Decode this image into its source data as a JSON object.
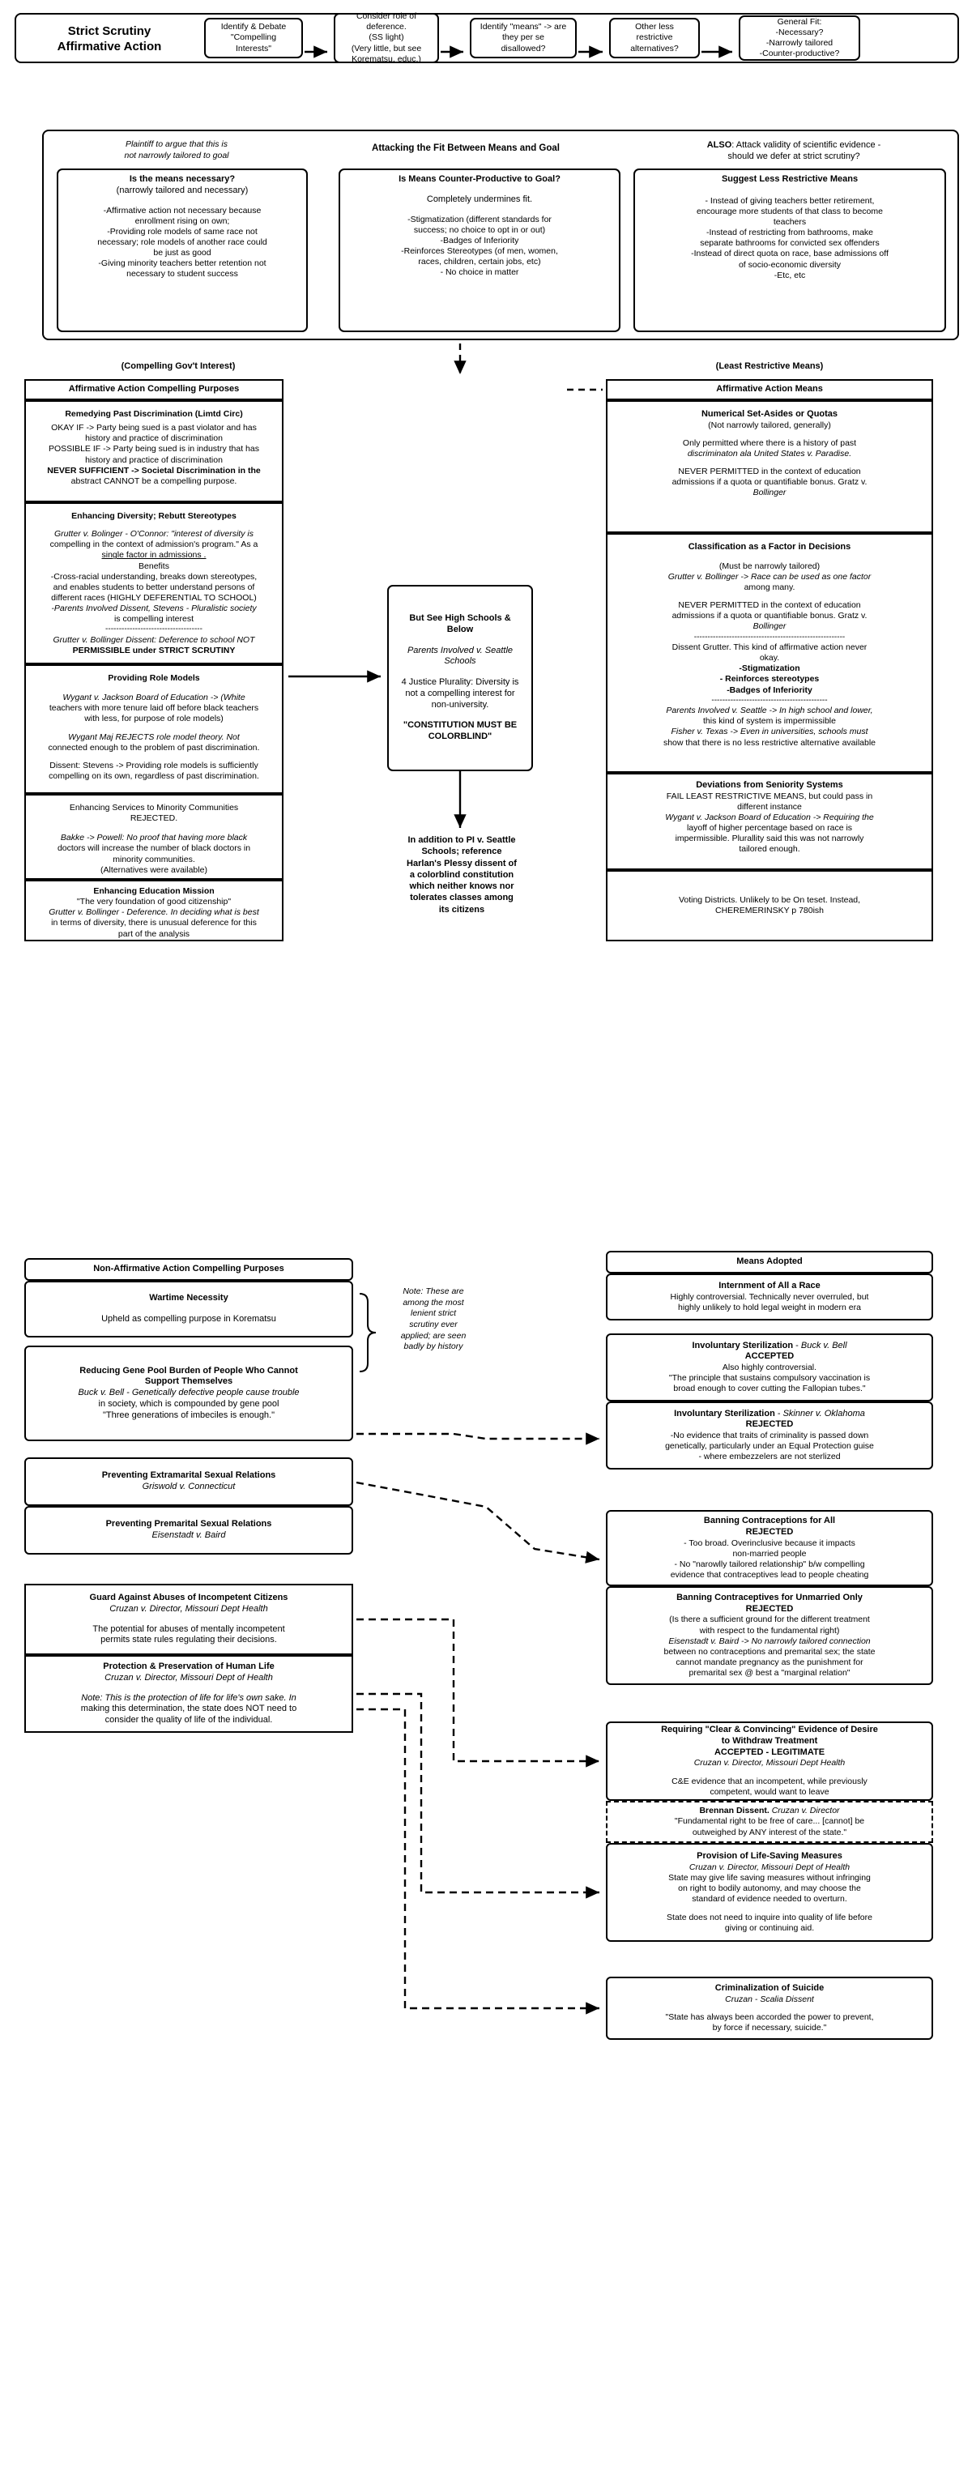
{
  "title_box": {
    "line1": "Strict Scrutiny",
    "line2": "Affirmative Action"
  },
  "top_steps": [
    {
      "text": "Identify & Debate\n\"Compelling\nInterests\""
    },
    {
      "text": "Consider role of\ndeference.\n(SS light)\n(Very little, but see\nKorematsu, educ.)"
    },
    {
      "text": "Identify \"means\" -> are\nthey per se\ndisallowed?"
    },
    {
      "text": "Other less\nrestrictive\nalternatives?"
    },
    {
      "text": "General Fit:\n-Necessary?\n-Narrowly tailored\n-Counter-productive?"
    }
  ],
  "attack_band": {
    "left_note": "Plaintiff to argue that this is\nnot narrowly tailored to goal",
    "center_heading": "Attacking the Fit Between Means and Goal",
    "right_note_bold": "ALSO",
    "right_note": ": Attack validity of scientific evidence -\nshould we defer at strict scrutiny?",
    "boxes": [
      {
        "heading": "Is the means necessary?",
        "sub": "(narrowly tailored and necessary)",
        "body": "-Affirmative action not necessary because\nenrollment rising on own;\n-Providing role models of same race not\nnecessary; role models of another race could\nbe just as good\n-Giving minority teachers better retention not\nnecessary to student success"
      },
      {
        "heading": "Is Means Counter-Productive to Goal?",
        "sub": "Completely undermines fit.",
        "body": "-Stigmatization (different standards for\nsuccess; no choice to opt in or out)\n-Badges of Inferiority\n-Reinforces Stereotypes (of men, women,\nraces, children, certain jobs, etc)\n- No choice in matter"
      },
      {
        "heading": "Suggest Less Restrictive Means",
        "sub": "",
        "body": "- Instead of giving teachers better retirement,\nencourage more students of that class to become\nteachers\n-Instead of restricting from bathrooms, make\nseparate bathrooms for convicted sex offenders\n-Instead of direct quota on race, base admissions off\nof socio-economic diversity\n-Etc, etc"
      }
    ]
  },
  "aa_left": {
    "column_label": "(Compelling Gov't Interest)",
    "header": "Affirmative Action Compelling Purposes",
    "cards": [
      {
        "title": "Remedying Past Discrimination (Limtd Circ)",
        "lines": [
          "OKAY IF -> Party being sued is a past violator and has",
          "history and practice of discrimination",
          "POSSIBLE IF -> Party being sued is in industry that has",
          "history and practice of discrimination",
          "NEVER SUFFICIENT -> Societal Discrimination in the",
          "abstract CANNOT be a compelling purpose."
        ]
      },
      {
        "title": "Enhancing Diversity; Rebutt Stereotypes",
        "lines": [
          "Grutter v. Bolinger - O'Connor: \"interest of diversity is",
          "compelling in the context of admission's program.\" As a",
          "single factor in admissions .",
          "Benefits",
          "-Cross-racial understanding, breaks down stereotypes,",
          "and enables students to better understand persons of",
          "different races (HIGHLY DEFERENTIAL TO SCHOOL)",
          "-Parents Involved Dissent, Stevens - Pluralistic society",
          "is compelling interest",
          "------------------------------------",
          "Grutter v. Bollinger Dissent: Deference to school NOT",
          "PERMISSIBLE under STRICT SCRUTINY"
        ]
      },
      {
        "title": "Providing Role Models",
        "lines": [
          "Wygant v. Jackson Board of Education -> (White",
          "teachers with more tenure laid off before black teachers",
          "with less, for purpose of role models)",
          "Wygant Maj REJECTS role model theory. Not",
          "connected enough to the problem of past discrimination.",
          "Dissent: Stevens -> Providing role models is sufficiently",
          "compelling on its own, regardless of past discrimination."
        ]
      },
      {
        "title": "Enhancing Services to Minority Communities\nREJECTED.",
        "lines": [
          "Bakke -> Powell: No proof that having more black",
          "doctors will increase the number of black doctors in",
          "minority communities.",
          "(Alternatives were available)"
        ]
      },
      {
        "title": "Enhancing Education Mission",
        "lines": [
          "\"The very foundation of good citizenship\"",
          "Grutter v. Bollinger - Deference. In deciding what is best",
          "in terms of diversity, there is unusual deference for this",
          "part of the analysis"
        ]
      }
    ]
  },
  "middle": {
    "box": {
      "title": "But See High Schools &\nBelow",
      "case": "Parents Involved v. Seattle\nSchools",
      "body": "4 Justice Plurality: Diversity is\nnot a compelling interest for\nnon-university.",
      "quote": "\"CONSTITUTION MUST BE\nCOLORBLIND\""
    },
    "bottom_text": "In addition to PI v. Seattle\nSchools; reference\nHarlan's Plessy dissent of\na colorblind constitution\nwhich neither knows nor\ntolerates classes among\nits citizens"
  },
  "aa_right": {
    "column_label": "(Least Restrictive Means)",
    "header": "Affirmative Action Means",
    "cards": [
      {
        "title": "Numerical Set-Asides or Quotas",
        "lines": [
          "(Not narrowly tailored, generally)",
          "Only permitted where there is a history of past",
          "discriminaton ala United States v. Paradise.",
          "NEVER PERMITTED in the context of education",
          "admissions if a quota or quantifiable bonus. Gratz v.",
          "Bollinger"
        ]
      },
      {
        "title": "Classification as a Factor in Decisions",
        "lines": [
          "(Must be narrowly tailored)",
          "Grutter v. Bollinger -> Race can be used as one factor",
          "among many.",
          "NEVER PERMITTED in the context of education",
          "admissions if a quota or quantifiable bonus. Gratz v.",
          "Bollinger",
          "--------------------------------------------------------",
          "Dissent Grutter. This kind of affirmative action never",
          "okay.",
          "-Stigmatization",
          "- Reinforces stereotypes",
          "-Badges of Inferiority",
          "-------------------------------------------",
          "Parents Involved v. Seattle -> In high school and lower,",
          "this kind of system is impermissible",
          "Fisher v. Texas -> Even in universities, schools must",
          "show that there is no less restrictive alternative available"
        ]
      },
      {
        "title": "Deviations from Seniority Systems",
        "lines": [
          "FAIL LEAST RESTRICTIVE MEANS, but could pass in",
          "different instance",
          "Wygant v. Jackson Board of Education -> Requiring the",
          "layoff of higher percentage based on race is",
          "impermissible. Plurallity said this was not narrowly",
          "tailored enough."
        ]
      },
      {
        "title": "",
        "lines": [
          "Voting Districts. Unlikely to be On teset. Instead,",
          "CHEREMERINSKY p 780ish"
        ]
      }
    ]
  },
  "nonaa_left": {
    "header": "Non-Affirmative Action Compelling Purposes",
    "cards": [
      {
        "title": "Wartime Necessity",
        "lines": [
          "Upheld as compelling purpose in Korematsu"
        ]
      },
      {
        "title": "Reducing Gene Pool Burden of People Who Cannot\nSupport Themselves",
        "lines": [
          "Buck v. Bell - Genetically defective people cause trouble",
          "in society, which is compounded by gene pool",
          "\"Three generations of imbeciles is enough.\""
        ]
      },
      {
        "title": "Preventing Extramarital Sexual Relations",
        "lines": [
          "Griswold v. Connecticut"
        ]
      },
      {
        "title": "Preventing Premarital Sexual Relations",
        "lines": [
          "Eisenstadt v. Baird"
        ]
      },
      {
        "title": "Guard Against Abuses of Incompetent Citizens",
        "lines": [
          "Cruzan v. Director, Missouri Dept Health",
          "The potential for abuses of mentally incompetent",
          "permits state rules regulating their decisions."
        ]
      },
      {
        "title": "Protection & Preservation of Human Life",
        "lines": [
          "Cruzan v. Director, Missouri Dept of Health",
          "Note: This is the protection of life for life's own sake. In",
          "making this determination, the state does NOT need to",
          "consider the quality of life of the individual."
        ]
      }
    ],
    "brace_note": "Note: These are\namong the most\nlenient strict\nscrutiny ever\napplied; are seen\nbadly by history"
  },
  "nonaa_right": {
    "header": "Means Adopted",
    "cards": [
      {
        "title": "Internment of All a Race",
        "lines": [
          "Highly controversial. Technically never overruled, but",
          "highly unlikely to hold legal weight in modern era"
        ]
      },
      {
        "title": "Involuntary Sterilization - Buck v. Bell\nACCEPTED",
        "lines": [
          "Also highly controversial.",
          "\"The principle that sustains compulsory vaccination is",
          "broad enough to cover cutting the Fallopian tubes.\""
        ]
      },
      {
        "title": "Involuntary Sterilization - Skinner v. Oklahoma\nREJECTED",
        "lines": [
          "-No evidence that traits of criminality is passed down",
          "genetically, particularly under an Equal Protection guise",
          "- where embezzelers are not sterlized"
        ]
      },
      {
        "title": "Banning Contraceptions for All\nREJECTED",
        "lines": [
          "- Too broad. Overinclusive because it impacts",
          "non-married people",
          "- No \"narowlly tailored relationship\" b/w compelling",
          "evidence that contraceptives lead to people cheating"
        ]
      },
      {
        "title": "Banning Contraceptives for Unmarried Only\nREJECTED",
        "lines": [
          "(Is there a sufficient ground for the different treatment",
          "with respect to the fundamental right)",
          "Eisenstadt v. Baird -> No narrowly tailored connection",
          "between no contraceptions and premarital sex; the state",
          "cannot mandate pregnancy as the punishment for",
          "premarital sex @ best a \"marginal relation\""
        ]
      },
      {
        "title": "Requiring \"Clear & Convincing\" Evidence of Desire\nto Withdraw Treatment\nACCEPTED - LEGITIMATE",
        "lines": [
          "Cruzan v. Director, Missouri Dept Health",
          "C&E evidence that an incompetent, while previously",
          "competent, would want to leave"
        ]
      },
      {
        "title": "Brennan Dissent. Cruzan v. Director",
        "lines": [
          "\"Fundamental right to be free of care... [cannot] be",
          "outweighed by ANY interest of the state.\""
        ]
      },
      {
        "title": "Provision of Life-Saving Measures",
        "lines": [
          "Cruzan v. Director, Missouri Dept of Health",
          "State may give life saving measures without infringing",
          "on right to bodily autonomy, and may choose the",
          "standard of evidence needed to overturn.",
          "State does not need to inquire into quality of life before",
          "giving or continuing aid."
        ]
      },
      {
        "title": "Criminalization of Suicide",
        "lines": [
          "Cruzan - Scalia Dissent",
          "\"State has always been accorded the power to prevent,",
          "by force if necessary, suicide.\""
        ]
      }
    ]
  }
}
